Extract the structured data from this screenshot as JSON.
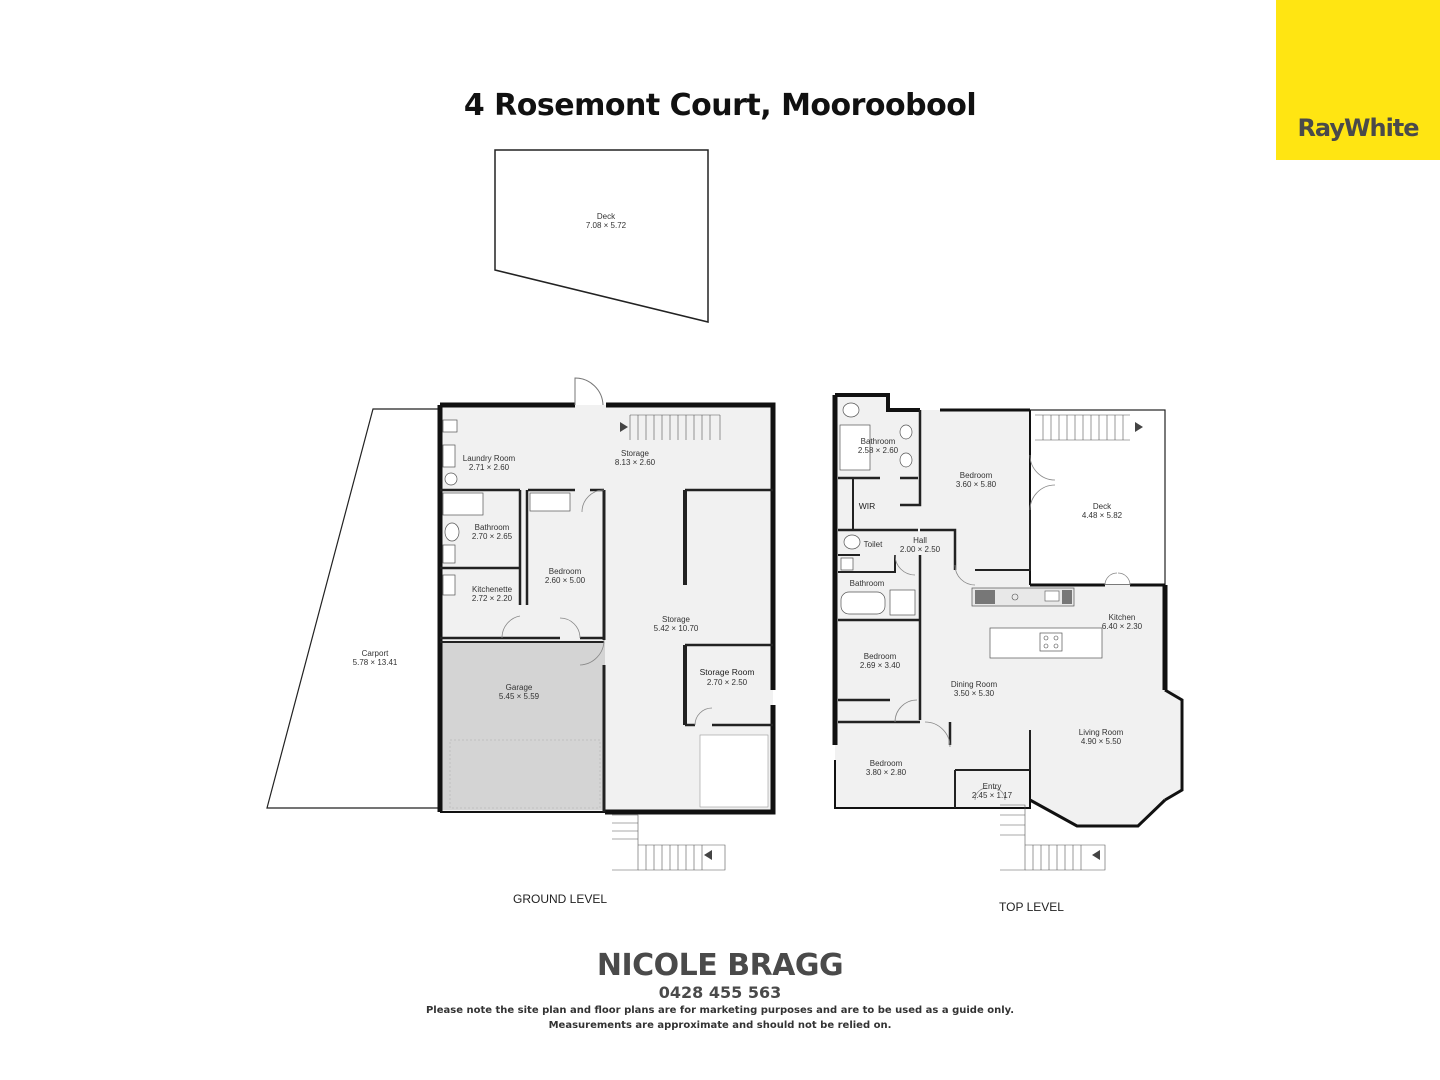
{
  "title": "4 Rosemont Court, Mooroobool",
  "brand": {
    "name": "RayWhite",
    "logo_color": "#ffe512",
    "text_color": "#4a4a4a"
  },
  "levels": {
    "ground": "GROUND LEVEL",
    "top": "TOP LEVEL"
  },
  "agent": {
    "name": "NICOLE BRAGG",
    "phone": "0428 455 563"
  },
  "disclaimer": {
    "line1": "Please note the site plan and floor plans are for marketing purposes and are to be used as a guide only.",
    "line2": "Measurements are approximate and should not be relied on."
  },
  "rooms": {
    "deck_top": {
      "name": "Deck",
      "dims": "7.08 × 5.72"
    },
    "laundry": {
      "name": "Laundry Room",
      "dims": "2.71 × 2.60"
    },
    "storage_top": {
      "name": "Storage",
      "dims": "8.13 × 2.60"
    },
    "bath_g": {
      "name": "Bathroom",
      "dims": "2.70 × 2.65"
    },
    "bed_g": {
      "name": "Bedroom",
      "dims": "2.60 × 5.00"
    },
    "kitchenette": {
      "name": "Kitchenette",
      "dims": "2.72 × 2.20"
    },
    "storage_main": {
      "name": "Storage",
      "dims": "5.42 × 10.70"
    },
    "carport": {
      "name": "Carport",
      "dims": "5.78 × 13.41"
    },
    "garage": {
      "name": "Garage",
      "dims": "5.45 × 5.59"
    },
    "storage_room": {
      "name": "Storage Room",
      "dims": "2.70 × 2.50"
    },
    "bath_t": {
      "name": "Bathroom",
      "dims": "2.58 × 2.60"
    },
    "wir": {
      "name": "WIR"
    },
    "bed_master": {
      "name": "Bedroom",
      "dims": "3.60 × 5.80"
    },
    "deck_right": {
      "name": "Deck",
      "dims": "4.48 × 5.82"
    },
    "toilet": {
      "name": "Toilet"
    },
    "hall": {
      "name": "Hall",
      "dims": "2.00 × 2.50"
    },
    "bath_small": {
      "name": "Bathroom"
    },
    "kitchen": {
      "name": "Kitchen",
      "dims": "6.40 × 2.30"
    },
    "bed_t1": {
      "name": "Bedroom",
      "dims": "2.69 × 3.40"
    },
    "dining": {
      "name": "Dining Room",
      "dims": "3.50 × 5.30"
    },
    "living": {
      "name": "Living Room",
      "dims": "4.90 × 5.50"
    },
    "bed_t2": {
      "name": "Bedroom",
      "dims": "3.80 × 2.80"
    },
    "entry": {
      "name": "Entry",
      "dims": "2.45 × 1.17"
    }
  }
}
